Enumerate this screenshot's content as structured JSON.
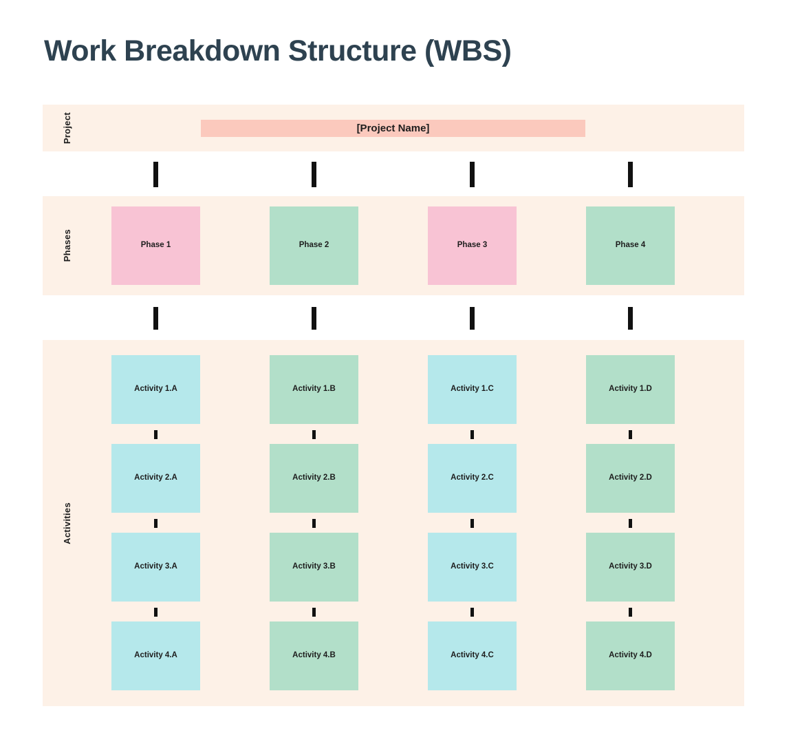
{
  "page": {
    "title": "Work Breakdown Structure (WBS)"
  },
  "colors": {
    "band_background": "#fdf1e7",
    "page_background": "#ffffff",
    "title_color": "#2e4250",
    "project_bar": "#fbc9bd",
    "pink": "#f8c3d4",
    "mint": "#b2dfc9",
    "cyan": "#b5e8eb",
    "connector": "#111111"
  },
  "tiers": {
    "project": {
      "label": "Project",
      "bar_text": "[Project Name]"
    },
    "phases": {
      "label": "Phases",
      "items": [
        {
          "label": "Phase 1",
          "color": "pink"
        },
        {
          "label": "Phase 2",
          "color": "mint"
        },
        {
          "label": "Phase 3",
          "color": "pink"
        },
        {
          "label": "Phase 4",
          "color": "mint"
        }
      ]
    },
    "activities": {
      "label": "Activities",
      "columns": [
        {
          "color": "cyan",
          "items": [
            {
              "label": "Activity 1.A"
            },
            {
              "label": "Activity 2.A"
            },
            {
              "label": "Activity 3.A"
            },
            {
              "label": "Activity 4.A"
            }
          ]
        },
        {
          "color": "mint",
          "items": [
            {
              "label": "Activity 1.B"
            },
            {
              "label": "Activity 2.B"
            },
            {
              "label": "Activity 3.B"
            },
            {
              "label": "Activity 4.B"
            }
          ]
        },
        {
          "color": "cyan",
          "items": [
            {
              "label": "Activity 1.C"
            },
            {
              "label": "Activity 2.C"
            },
            {
              "label": "Activity 3.C"
            },
            {
              "label": "Activity 4.C"
            }
          ]
        },
        {
          "color": "mint",
          "items": [
            {
              "label": "Activity 1.D"
            },
            {
              "label": "Activity 2.D"
            },
            {
              "label": "Activity 3.D"
            },
            {
              "label": "Activity 4.D"
            }
          ]
        }
      ]
    }
  }
}
